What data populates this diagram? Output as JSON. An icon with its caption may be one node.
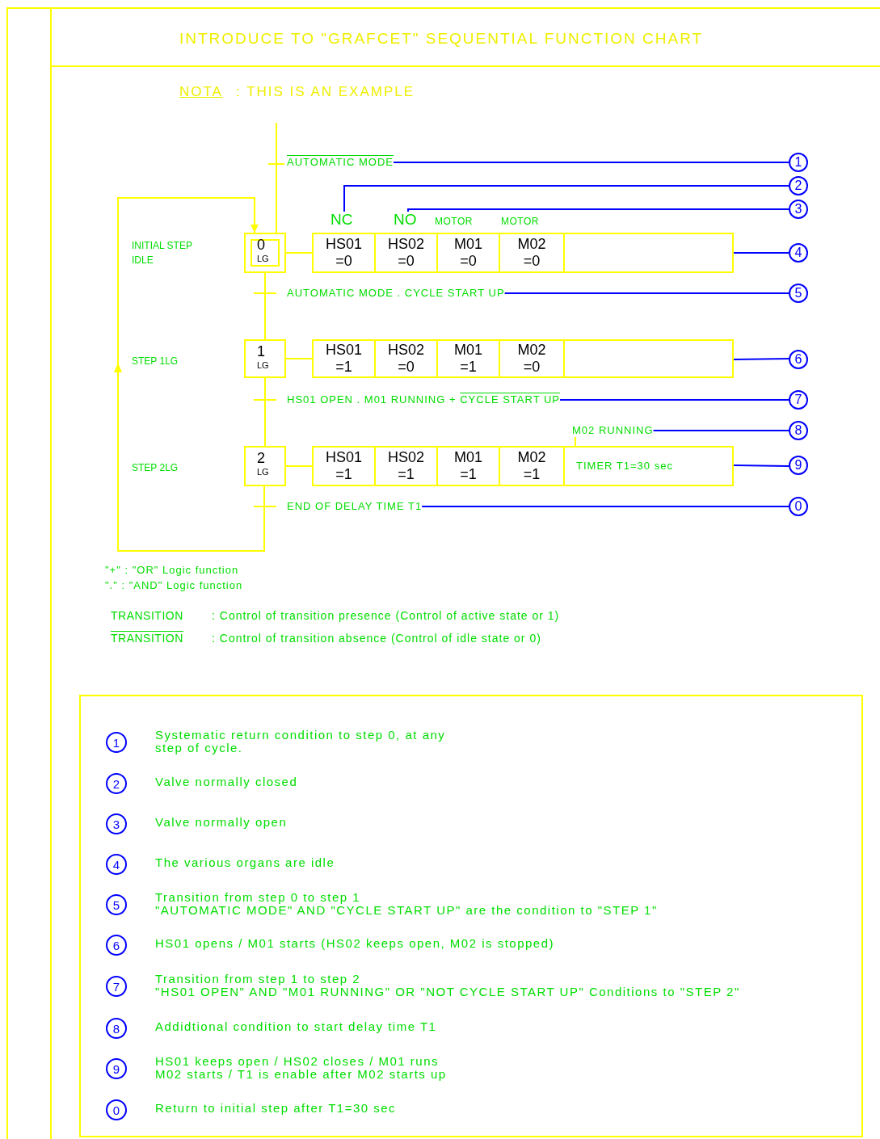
{
  "diagram": {
    "title": "INTRODUCE TO \"GRAFCET\" SEQUENTIAL FUNCTION CHART",
    "nodes": [
      {
        "text": [
          "0",
          "LG"
        ]
      },
      {
        "text": [
          "HS01 =0",
          "HS02 =0",
          "M01 =0",
          "M02 =0"
        ]
      },
      {
        "text": [
          "1",
          "LG"
        ]
      },
      {
        "text": [
          "HS01 =1",
          "HS02 =0",
          "M01 =1",
          "M02 =0"
        ]
      },
      {
        "text": [
          "2",
          "LG"
        ]
      },
      {
        "text": [
          "HS01 =1",
          "HS02 =1",
          "M01 =1",
          "M02 =1",
          "TIMER T1=30 sec"
        ]
      },
      {
        "text": [
          "AUTOMATIC MODE"
        ]
      },
      {
        "text": [
          "NC"
        ]
      },
      {
        "text": [
          "NO"
        ]
      },
      {
        "text": [
          "AUTOMATIC MODE . CYCLE START UP"
        ]
      },
      {
        "text": [
          "HS01 OPEN . M01 RUNNING +",
          "CYCLE START UP"
        ]
      },
      {
        "text": [
          "M02 RUNNING"
        ]
      },
      {
        "text": [
          "END OF DELAY TIME T1"
        ]
      },
      {
        "text": [
          "1"
        ]
      },
      {
        "text": [
          "2"
        ]
      },
      {
        "text": [
          "3"
        ]
      },
      {
        "text": [
          "4"
        ]
      },
      {
        "text": [
          "5"
        ]
      },
      {
        "text": [
          "6"
        ]
      },
      {
        "text": [
          "7"
        ]
      },
      {
        "text": [
          "8"
        ]
      },
      {
        "text": [
          "9"
        ]
      },
      {
        "text": [
          "0"
        ]
      },
      {
        "text": [],
        "shape": "box"
      },
      {
        "text": [
          "1"
        ],
        "in": 23,
        "beside": [
          "Systematic return condition to step 0, at any step of cycle."
        ]
      },
      {
        "text": [
          "2"
        ],
        "in": 23,
        "beside": [
          "Valve normally closed"
        ]
      },
      {
        "text": [
          "3"
        ],
        "in": 23,
        "beside": [
          "Valve normally open"
        ]
      },
      {
        "text": [
          "4"
        ],
        "in": 23,
        "beside": [
          "The various organs are idle"
        ]
      },
      {
        "text": [
          "5"
        ],
        "in": 23,
        "beside": [
          "Transition from step 0 to step 1",
          "\"AUTOMATIC MODE\" AND \"CYCLE START UP\" are the condition to \"STEP 1\""
        ]
      },
      {
        "text": [
          "6"
        ],
        "in": 23,
        "beside": [
          "HS01 opens / M01 starts (HS02 keeps open, M02 is stopped)"
        ]
      },
      {
        "text": [
          "7"
        ],
        "in": 23,
        "beside": [
          "Transition from step 1 to step 2",
          "\"HS01 OPEN\" AND \"M01 RUNNING\" OR \"NOT CYCLE START UP\" Conditions to \"STEP 2\""
        ]
      },
      {
        "text": [
          "8"
        ],
        "in": 23,
        "beside": [
          "Addidtional condition to start delay time T1"
        ]
      },
      {
        "text": [
          "9"
        ],
        "in": 23,
        "beside": [
          "HS01 keeps open / HS02 closes / M01 runs M02 starts / T1 is enable after M02 starts up"
        ]
      },
      {
        "text": [
          "0"
        ],
        "in": 23,
        "beside": [
          "Return to initial step after T1=30 sec"
        ]
      }
    ],
    "edges": [
      {
        "from": null,
        "to": 0,
        "arrow": "none",
        "color": "#ffff00"
      },
      {
        "from": 0,
        "to": 2,
        "arrow": "none",
        "color": "#ffff00"
      },
      {
        "from": 2,
        "to": 4,
        "arrow": "none",
        "color": "#ffff00"
      },
      {
        "from": 4,
        "to": 0,
        "arrow": "to",
        "color": "#ffff00"
      },
      {
        "from": 0,
        "to": 1,
        "arrow": "none",
        "color": "#ffff00"
      },
      {
        "from": 2,
        "to": 3,
        "arrow": "none",
        "color": "#ffff00"
      },
      {
        "from": 4,
        "to": 5,
        "arrow": "none",
        "color": "#ffff00"
      },
      {
        "from": 11,
        "to": 5,
        "arrow": "none",
        "color": "#ffff00"
      },
      {
        "from": 13,
        "to": 6,
        "arrow": "none"
      },
      {
        "from": 14,
        "to": 7,
        "arrow": "none"
      },
      {
        "from": 15,
        "to": 8,
        "arrow": "none"
      },
      {
        "from": 16,
        "to": 1,
        "arrow": "none"
      },
      {
        "from": 17,
        "to": 9,
        "arrow": "none"
      },
      {
        "from": 18,
        "to": 3,
        "arrow": "none"
      },
      {
        "from": 19,
        "to": 10,
        "arrow": "none"
      },
      {
        "from": 20,
        "to": 11,
        "arrow": "none"
      },
      {
        "from": 21,
        "to": 5,
        "arrow": "none"
      },
      {
        "from": 22,
        "to": 12,
        "arrow": "none"
      }
    ],
    "labels": [
      "NOTA",
      ": THIS IS AN EXAMPLE",
      "MOTOR",
      "MOTOR",
      "INITIAL STEP IDLE",
      "STEP 1LG",
      "STEP 2LG",
      "\"+\" : \"OR\" Logic function",
      "\".\" : \"AND\" Logic function",
      "TRANSITION",
      ": Control of transition presence (Control of active state or 1)",
      "TRANSITION",
      ": Control of transition absence (Control of idle state or 0)"
    ]
  }
}
